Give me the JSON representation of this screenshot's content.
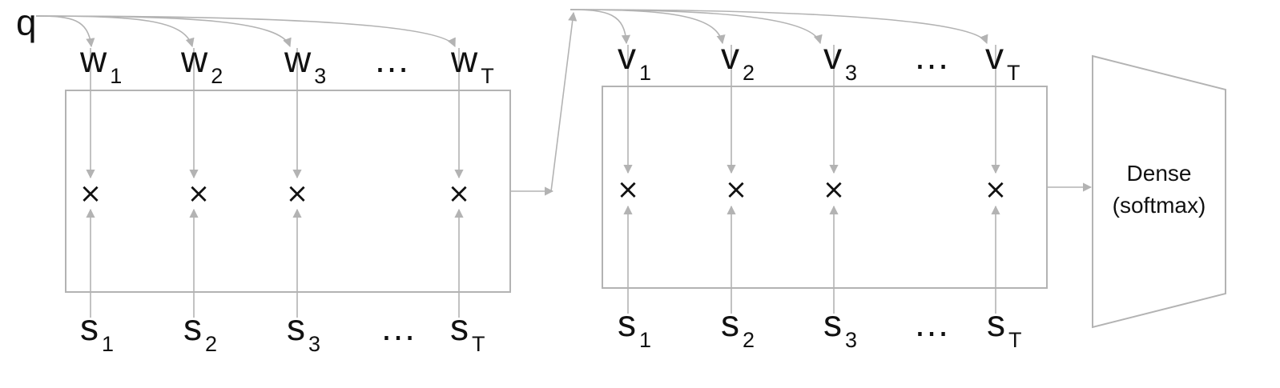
{
  "query_label": "q",
  "ellipsis": "…",
  "multiply_symbol": "×",
  "stages": [
    {
      "id": "first",
      "top_letter": "w",
      "bottom_letter": "s",
      "subscripts": [
        "1",
        "2",
        "3",
        "T"
      ]
    },
    {
      "id": "second",
      "top_letter": "v",
      "bottom_letter": "s",
      "subscripts": [
        "1",
        "2",
        "3",
        "T"
      ]
    }
  ],
  "dense_block": {
    "line1": "Dense",
    "line2": "(softmax)"
  },
  "colors": {
    "stroke": "#b3b3b3",
    "text": "#111111",
    "background": "#ffffff"
  }
}
